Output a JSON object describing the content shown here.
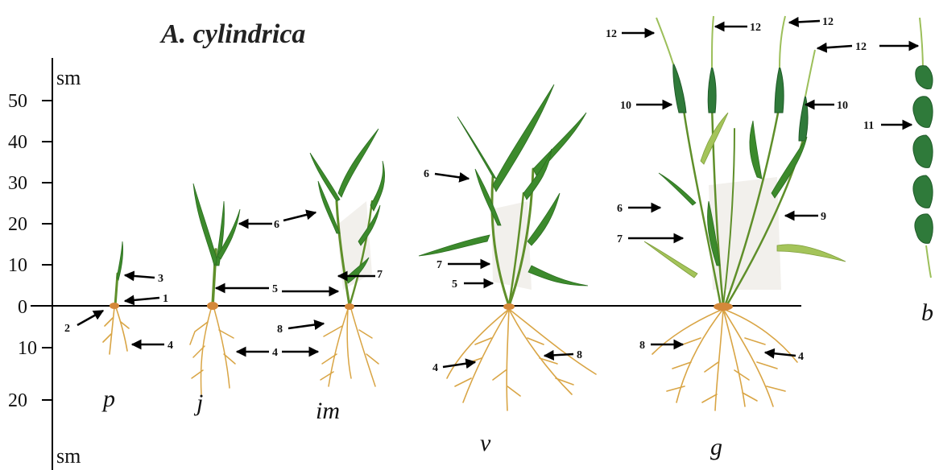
{
  "title": "A. cylindrica",
  "axis": {
    "unit_top": "sm",
    "unit_bottom": "sm",
    "ticks_above": [
      "50",
      "40",
      "30",
      "20",
      "10",
      "0"
    ],
    "ticks_below": [
      "10",
      "20"
    ]
  },
  "stages": [
    "p",
    "j",
    "im",
    "v",
    "g",
    "b"
  ],
  "callouts": {
    "n1": "1",
    "n2": "2",
    "n3": "3",
    "n4": "4",
    "n5": "5",
    "n6": "6",
    "n7": "7",
    "n8": "8",
    "n9": "9",
    "n10": "10",
    "n11": "11",
    "n12": "12"
  },
  "colors": {
    "leaf": "#3c8a2c",
    "stem": "#5f8f2a",
    "root": "#d9a545",
    "spike": "#2f7a3a",
    "ground_line": "#000000"
  }
}
